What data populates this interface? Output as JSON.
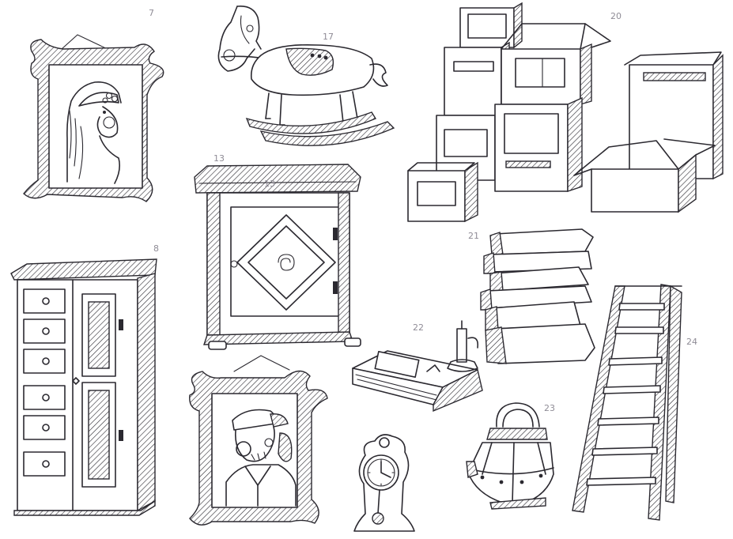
{
  "item_numbers": {
    "portrait_woman": "7",
    "rocking_horse": "17",
    "boxes": "20",
    "cabinet_top": "13",
    "cabinet_door": "13",
    "wardrobe": "8",
    "books": "21",
    "candle_book": "22",
    "ladder": "24",
    "lantern": "23"
  },
  "colors": {
    "ink": "#2b2930",
    "paper": "#ffffff",
    "faded": "#8f8c96"
  }
}
